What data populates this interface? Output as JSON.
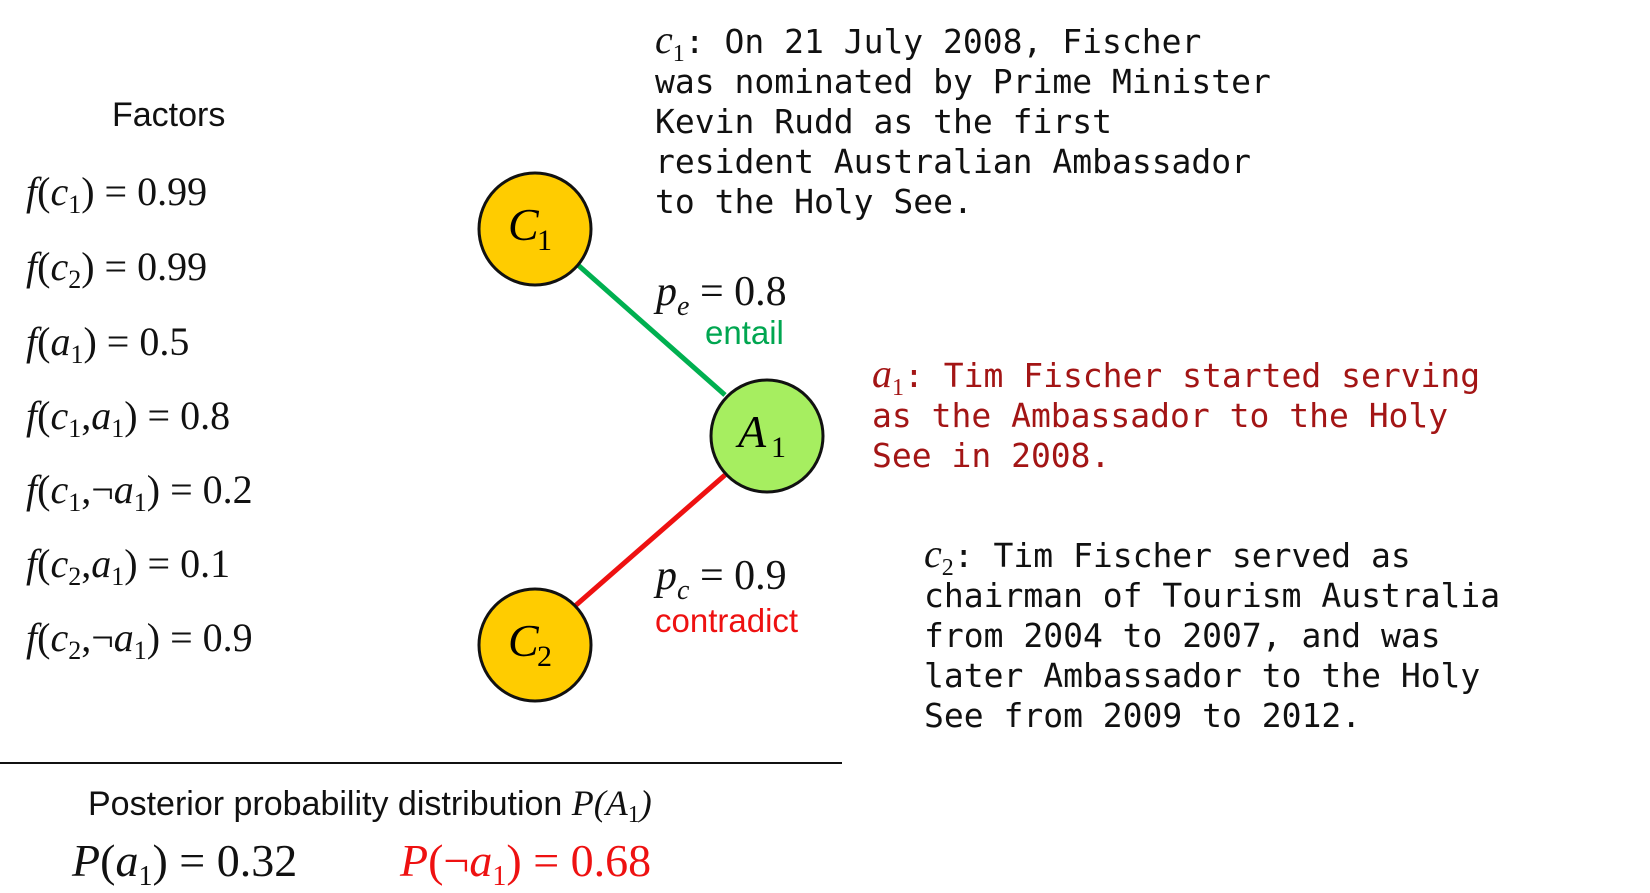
{
  "factors": {
    "title": "Factors",
    "items": [
      {
        "args": "c",
        "sub": "1",
        "rest": "",
        "value": "0.99"
      },
      {
        "args": "c",
        "sub": "2",
        "rest": "",
        "value": "0.99"
      },
      {
        "args": "a",
        "sub": "1",
        "rest": "",
        "value": "0.5"
      },
      {
        "args": "c",
        "sub": "1",
        "rest": ",a1",
        "value": "0.8"
      },
      {
        "args": "c",
        "sub": "1",
        "rest": ",¬a1",
        "value": "0.2"
      },
      {
        "args": "c",
        "sub": "2",
        "rest": ",a1",
        "value": "0.1"
      },
      {
        "args": "c",
        "sub": "2",
        "rest": ",¬a1",
        "value": "0.9"
      }
    ]
  },
  "nodes": {
    "c1": {
      "letter": "C",
      "sub": "1",
      "color": "#ffcc00"
    },
    "c2": {
      "letter": "C",
      "sub": "2",
      "color": "#ffcc00"
    },
    "a1": {
      "letter": "A",
      "sub": "1",
      "color": "#a6ee60"
    }
  },
  "edges": {
    "entail": {
      "word": "entail",
      "p_symbol": "p",
      "p_sub": "e",
      "p_value": "0.8",
      "color": "#00b050"
    },
    "contradict": {
      "word": "contradict",
      "p_symbol": "p",
      "p_sub": "c",
      "p_value": "0.9",
      "color": "#ee1111"
    }
  },
  "claims": {
    "c1": {
      "var": "c",
      "sub": "1",
      "lines": [
        ": On 21 July 2008, Fischer",
        "was nominated by Prime Minister",
        "Kevin Rudd as the first",
        "resident Australian Ambassador",
        "to the Holy See."
      ]
    },
    "a1": {
      "var": "a",
      "sub": "1",
      "lines": [
        ": Tim Fischer started serving",
        "as the Ambassador to the Holy",
        "See in 2008."
      ]
    },
    "c2": {
      "var": "c",
      "sub": "2",
      "lines": [
        ": Tim Fischer served as",
        "chairman of Tourism Australia",
        "from 2004 to 2007, and was",
        "later Ambassador to the Holy",
        "See from 2009 to 2012."
      ]
    }
  },
  "posterior": {
    "title": "Posterior probability distribution",
    "title_math": "P(A",
    "title_math_sub": "1",
    "p_a1": "0.32",
    "p_not_a1": "0.68"
  },
  "colors": {
    "claim_a1": "#a31515",
    "posterior_not": "#ee1111"
  }
}
